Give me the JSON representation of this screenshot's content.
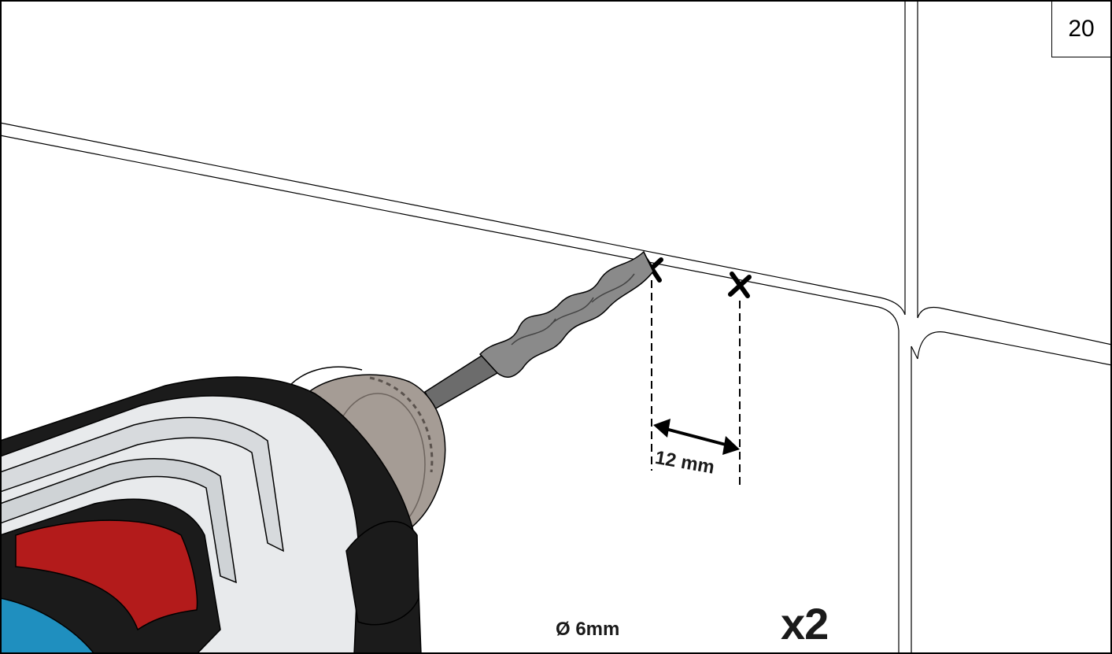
{
  "step": {
    "number": "20"
  },
  "dimension": {
    "spacing_label": "12 mm"
  },
  "drill_bit": {
    "diameter_label": "Ø 6mm"
  },
  "holes": {
    "quantity_label": "x2"
  },
  "colors": {
    "outline": "#000000",
    "drill_body_light": "#e8eaec",
    "drill_body_mid": "#c4c8cc",
    "drill_black": "#1b1b1b",
    "drill_red": "#b31b1b",
    "drill_blue": "#1f8fbf",
    "chuck": "#a59c95",
    "bit": "#7a7a7a"
  },
  "icons": [
    "hole-mark-icon",
    "double-arrow-icon",
    "drill-icon"
  ]
}
